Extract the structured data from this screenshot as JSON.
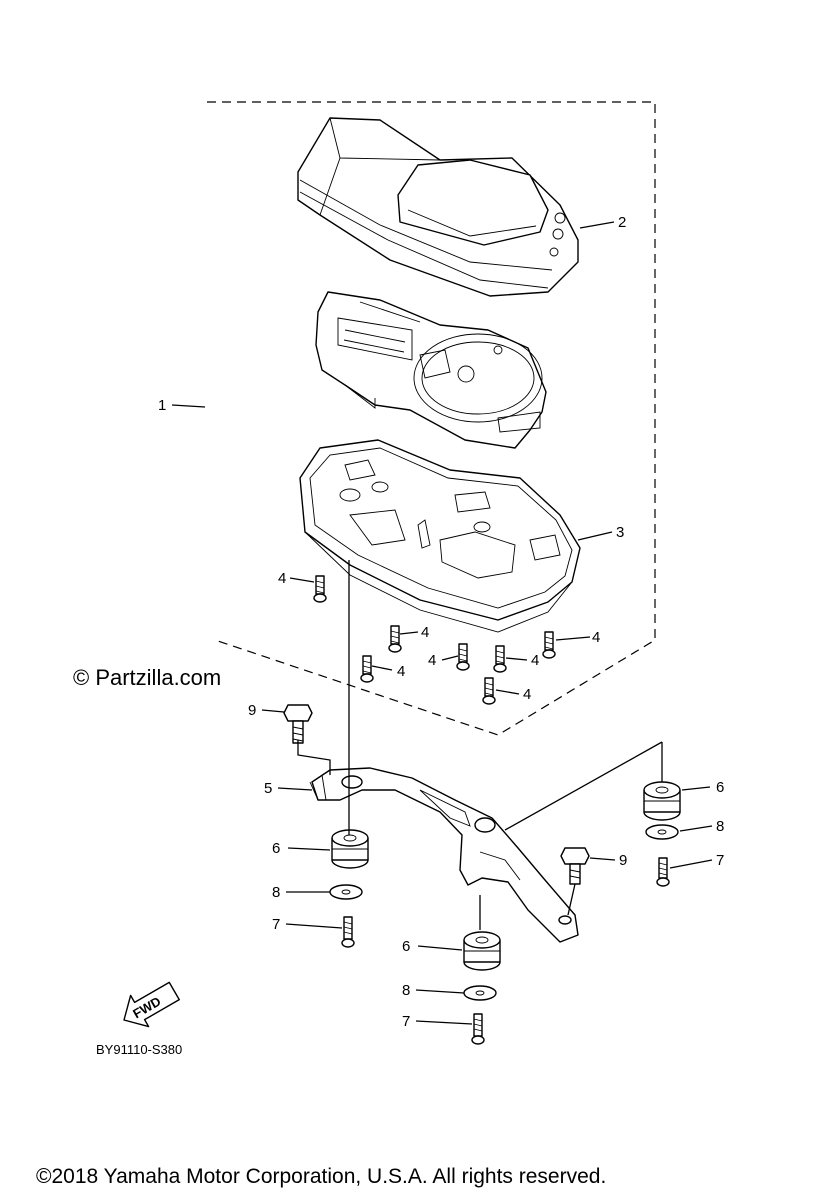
{
  "watermark": "© Partzilla.com",
  "diagram_code": "BY91110-S380",
  "fwd_label": "FWD",
  "copyright": "©2018  Yamaha Motor Corporation, U.S.A. All rights reserved.",
  "callouts": {
    "c1": "1",
    "c2": "2",
    "c3": "3",
    "c4a": "4",
    "c4b": "4",
    "c4c": "4",
    "c4d": "4",
    "c4e": "4",
    "c4f": "4",
    "c4g": "4",
    "c5": "5",
    "c6a": "6",
    "c6b": "6",
    "c6c": "6",
    "c7a": "7",
    "c7b": "7",
    "c7c": "7",
    "c8a": "8",
    "c8b": "8",
    "c8c": "8",
    "c9a": "9",
    "c9b": "9"
  }
}
